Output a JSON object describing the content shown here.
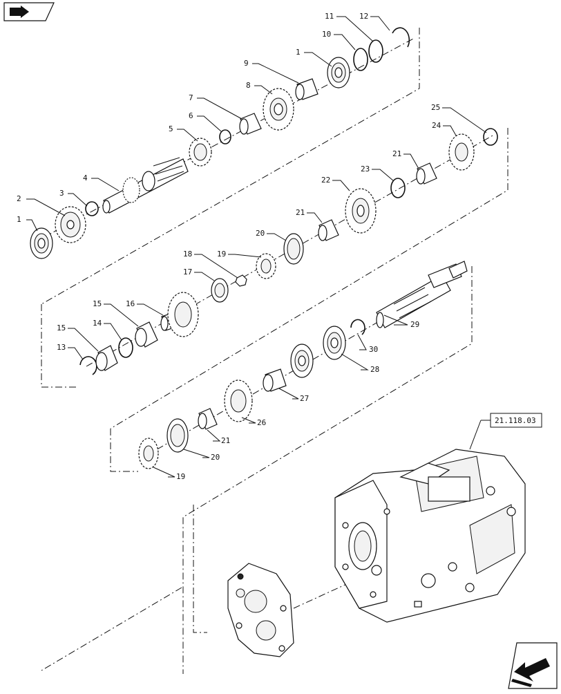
{
  "reference_box": {
    "text": "21.118.03"
  },
  "icons": {
    "top_left": "back-arrow-icon",
    "bottom_right": "next-page-arrow-icon"
  },
  "callouts": {
    "c1a": "1",
    "c1b": "1",
    "c2": "2",
    "c3": "3",
    "c4": "4",
    "c5": "5",
    "c6": "6",
    "c7": "7",
    "c8": "8",
    "c9": "9",
    "c10": "10",
    "c11": "11",
    "c12": "12",
    "c13": "13",
    "c14": "14",
    "c15a": "15",
    "c15b": "15",
    "c16": "16",
    "c17": "17",
    "c18": "18",
    "c19a": "19",
    "c19b": "19",
    "c20a": "20",
    "c20b": "20",
    "c21a": "21",
    "c21b": "21",
    "c21c": "21",
    "c22": "22",
    "c23": "23",
    "c24": "24",
    "c25": "25",
    "c26": "26",
    "c27": "27",
    "c28": "28",
    "c29": "29",
    "c30": "30"
  }
}
